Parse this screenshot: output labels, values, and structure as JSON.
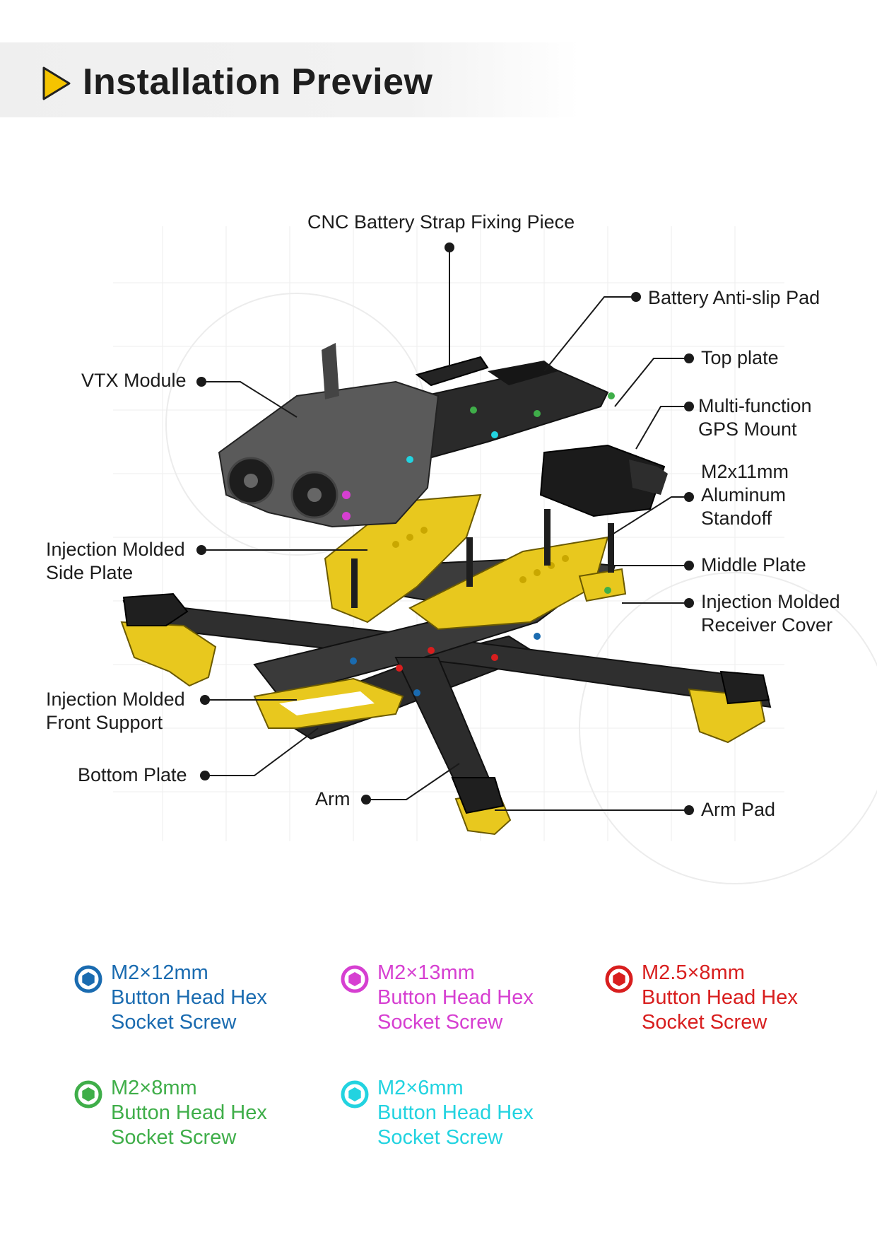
{
  "header": {
    "title": "Installation Preview",
    "accent_color": "#f5c400"
  },
  "callouts": {
    "cnc_strap": "CNC Battery Strap Fixing Piece",
    "battery_pad": "Battery Anti-slip Pad",
    "top_plate": "Top plate",
    "gps_mount_1": "Multi-function",
    "gps_mount_2": "GPS Mount",
    "standoff_1": "M2x11mm",
    "standoff_2": "Aluminum",
    "standoff_3": "Standoff",
    "middle_plate": "Middle Plate",
    "receiver_cover_1": "Injection Molded",
    "receiver_cover_2": "Receiver Cover",
    "vtx_module": "VTX Module",
    "side_plate_1": "Injection Molded",
    "side_plate_2": "Side Plate",
    "front_support_1": "Injection Molded",
    "front_support_2": "Front Support",
    "bottom_plate": "Bottom Plate",
    "arm": "Arm",
    "arm_pad": "Arm Pad"
  },
  "legend": [
    {
      "size": "M2×12mm",
      "line2": "Button Head Hex",
      "line3": "Socket Screw",
      "color": "#1a6bb0",
      "icon": "hex-screw-icon"
    },
    {
      "size": "M2×13mm",
      "line2": "Button Head Hex",
      "line3": "Socket Screw",
      "color": "#d63fd1",
      "icon": "hex-screw-icon"
    },
    {
      "size": "M2.5×8mm",
      "line2": "Button Head Hex",
      "line3": "Socket Screw",
      "color": "#d81e1e",
      "icon": "hex-screw-icon"
    },
    {
      "size": "M2×8mm",
      "line2": "Button Head Hex",
      "line3": "Socket Screw",
      "color": "#3fae49",
      "icon": "hex-screw-icon"
    },
    {
      "size": "M2×6mm",
      "line2": "Button Head Hex",
      "line3": "Socket Screw",
      "color": "#22d3e0",
      "icon": "hex-screw-icon"
    }
  ]
}
